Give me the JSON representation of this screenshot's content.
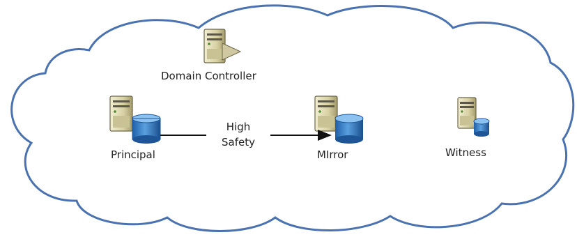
{
  "diagram": {
    "nodes": {
      "domain_controller": {
        "label": "Domain Controller"
      },
      "principal": {
        "label": "Principal"
      },
      "mirror": {
        "label": "MIrror"
      },
      "witness": {
        "label": "Witness"
      }
    },
    "edge": {
      "line1": "High",
      "line2": "Safety"
    }
  },
  "colors": {
    "cloud_stroke": "#4a72b0",
    "server_body": "#d9d3a7",
    "server_dark": "#4b4b42",
    "db_blue": "#3d7fc6",
    "arrow": "#111111"
  }
}
